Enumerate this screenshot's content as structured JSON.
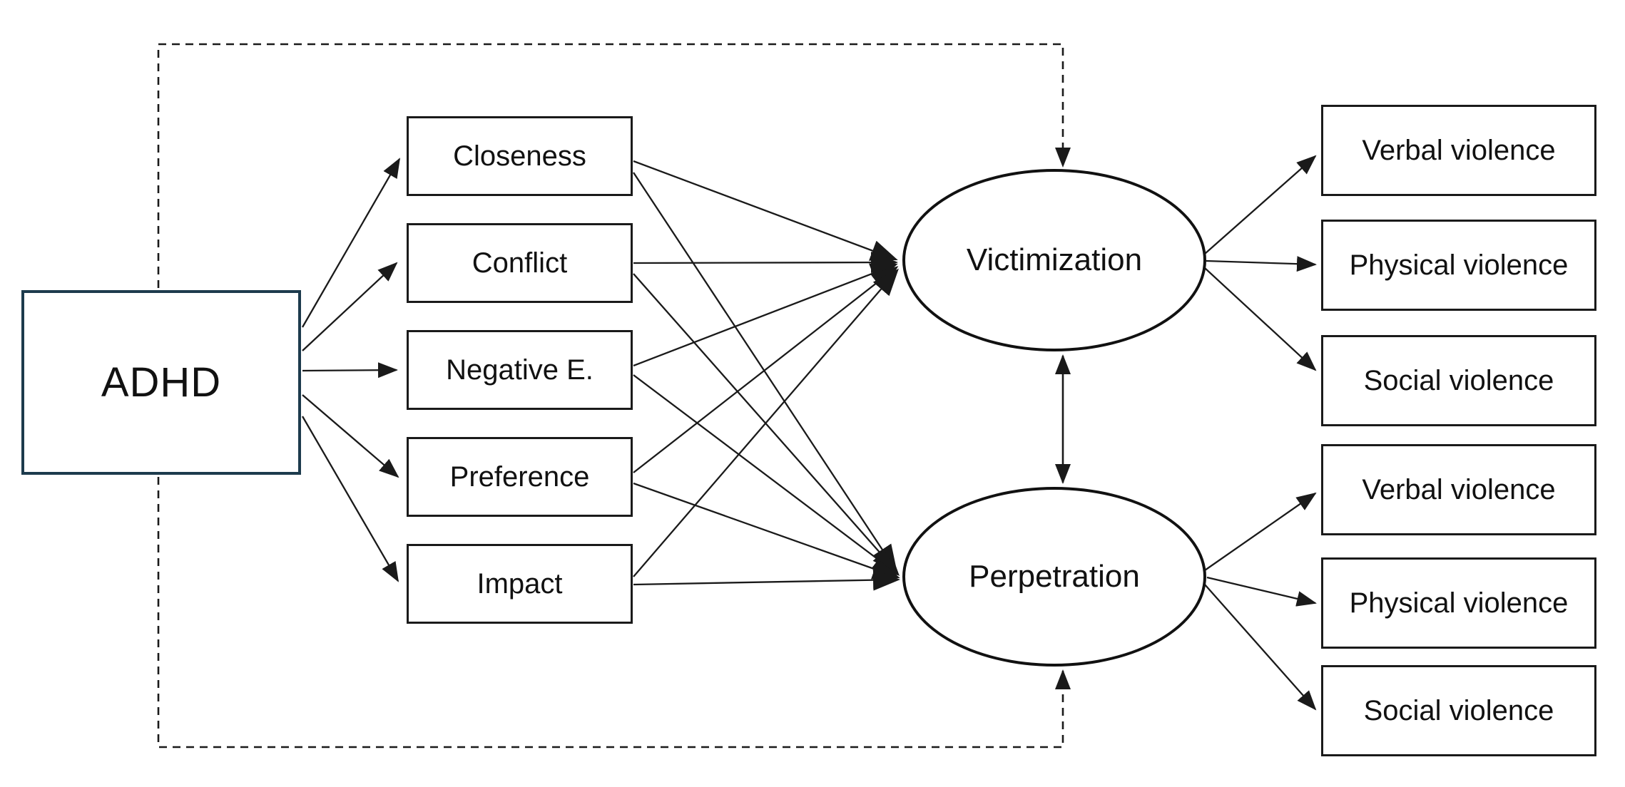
{
  "colors": {
    "background": "#ffffff",
    "line": "#1a1a1a",
    "adhd_border": "#1d3b4d",
    "box_border": "#1a1a1a",
    "text": "#111111"
  },
  "nodes": {
    "adhd": {
      "id": "adhd",
      "label": "ADHD",
      "shape": "rectangle"
    },
    "mediators": [
      {
        "id": "closeness",
        "label": "Closeness",
        "shape": "rectangle"
      },
      {
        "id": "conflict",
        "label": "Conflict",
        "shape": "rectangle"
      },
      {
        "id": "negative-e",
        "label": "Negative E.",
        "shape": "rectangle"
      },
      {
        "id": "preference",
        "label": "Preference",
        "shape": "rectangle"
      },
      {
        "id": "impact",
        "label": "Impact",
        "shape": "rectangle"
      }
    ],
    "latents": [
      {
        "id": "victimization",
        "label": "Victimization",
        "shape": "ellipse"
      },
      {
        "id": "perpetration",
        "label": "Perpetration",
        "shape": "ellipse"
      }
    ],
    "victimization_indicators": [
      {
        "id": "verbal-violence-1",
        "label": "Verbal violence"
      },
      {
        "id": "physical-violence-1",
        "label": "Physical violence"
      },
      {
        "id": "social-violence-1",
        "label": "Social violence"
      }
    ],
    "perpetration_indicators": [
      {
        "id": "verbal-violence-2",
        "label": "Verbal violence"
      },
      {
        "id": "physical-violence-2",
        "label": "Physical violence"
      },
      {
        "id": "social-violence-2",
        "label": "Social violence"
      }
    ]
  },
  "edges": [
    {
      "id": "adhd-closeness",
      "from": "adhd",
      "to": "closeness",
      "style": "solid",
      "arrow": "end"
    },
    {
      "id": "adhd-conflict",
      "from": "adhd",
      "to": "conflict",
      "style": "solid",
      "arrow": "end"
    },
    {
      "id": "adhd-negative-e",
      "from": "adhd",
      "to": "negative-e",
      "style": "solid",
      "arrow": "end"
    },
    {
      "id": "adhd-preference",
      "from": "adhd",
      "to": "preference",
      "style": "solid",
      "arrow": "end"
    },
    {
      "id": "adhd-impact",
      "from": "adhd",
      "to": "impact",
      "style": "solid",
      "arrow": "end"
    },
    {
      "id": "closeness-victimization",
      "from": "closeness",
      "to": "victimization",
      "style": "solid",
      "arrow": "end"
    },
    {
      "id": "closeness-perpetration",
      "from": "closeness",
      "to": "perpetration",
      "style": "solid",
      "arrow": "end"
    },
    {
      "id": "conflict-victimization",
      "from": "conflict",
      "to": "victimization",
      "style": "solid",
      "arrow": "end"
    },
    {
      "id": "conflict-perpetration",
      "from": "conflict",
      "to": "perpetration",
      "style": "solid",
      "arrow": "end"
    },
    {
      "id": "negative-e-victimization",
      "from": "negative-e",
      "to": "victimization",
      "style": "solid",
      "arrow": "end"
    },
    {
      "id": "negative-e-perpetration",
      "from": "negative-e",
      "to": "perpetration",
      "style": "solid",
      "arrow": "end"
    },
    {
      "id": "preference-victimization",
      "from": "preference",
      "to": "victimization",
      "style": "solid",
      "arrow": "end"
    },
    {
      "id": "preference-perpetration",
      "from": "preference",
      "to": "perpetration",
      "style": "solid",
      "arrow": "end"
    },
    {
      "id": "impact-victimization",
      "from": "impact",
      "to": "victimization",
      "style": "solid",
      "arrow": "end"
    },
    {
      "id": "impact-perpetration",
      "from": "impact",
      "to": "perpetration",
      "style": "solid",
      "arrow": "end"
    },
    {
      "id": "victimization-verbal",
      "from": "victimization",
      "to": "verbal-violence-1",
      "style": "solid",
      "arrow": "end"
    },
    {
      "id": "victimization-physical",
      "from": "victimization",
      "to": "physical-violence-1",
      "style": "solid",
      "arrow": "end"
    },
    {
      "id": "victimization-social",
      "from": "victimization",
      "to": "social-violence-1",
      "style": "solid",
      "arrow": "end"
    },
    {
      "id": "perpetration-verbal",
      "from": "perpetration",
      "to": "verbal-violence-2",
      "style": "solid",
      "arrow": "end"
    },
    {
      "id": "perpetration-physical",
      "from": "perpetration",
      "to": "physical-violence-2",
      "style": "solid",
      "arrow": "end"
    },
    {
      "id": "perpetration-social",
      "from": "perpetration",
      "to": "social-violence-2",
      "style": "solid",
      "arrow": "end"
    },
    {
      "id": "adhd-victimization-direct",
      "from": "adhd",
      "to": "victimization",
      "style": "dashed",
      "arrow": "end"
    },
    {
      "id": "adhd-perpetration-direct",
      "from": "adhd",
      "to": "perpetration",
      "style": "dashed",
      "arrow": "end"
    },
    {
      "id": "victimization-perpetration",
      "from": "victimization",
      "to": "perpetration",
      "style": "double",
      "arrow": "both"
    }
  ]
}
